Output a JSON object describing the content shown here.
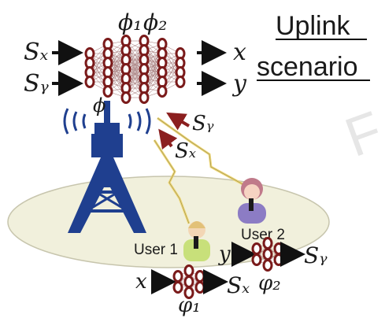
{
  "title": {
    "line1": "Uplink",
    "line2": "scenario"
  },
  "server_net": {
    "phi1": "ϕ₁",
    "phi2": "ϕ₂",
    "phi": "ϕ",
    "in_top": "Sₓ",
    "in_bottom": "Sᵧ",
    "out_top": "x",
    "out_bottom": "y"
  },
  "links": {
    "sx": "Sₓ",
    "sy": "Sᵧ"
  },
  "users": {
    "user1": {
      "label": "User 1",
      "in": "x",
      "out": "Sₓ",
      "param": "φ₁"
    },
    "user2": {
      "label": "User 2",
      "in": "y",
      "out": "Sᵧ",
      "param": "φ₂"
    }
  },
  "watermark": "F",
  "colors": {
    "tower": "#1f3f8f",
    "node": "#7a1a1a",
    "arrow_red": "#8b1f1f",
    "ellipse_fill": "#f1f0dc",
    "lightning": "#f0d878"
  }
}
